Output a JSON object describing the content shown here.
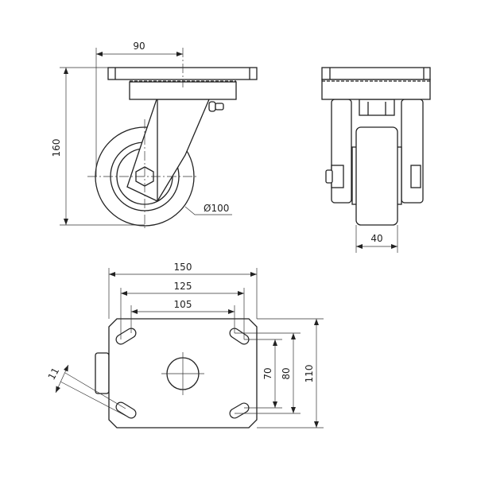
{
  "title": "Swivel castor technical drawing",
  "side_view": {
    "dim_offset": "90",
    "dim_height": "160",
    "dim_diameter": "Ø100"
  },
  "front_view": {
    "dim_wheel_width": "40"
  },
  "plate_view": {
    "dim_plate_width": "150",
    "dim_hole_outer_x": "125",
    "dim_hole_inner_x": "105",
    "dim_hole_inner_y": "70",
    "dim_hole_outer_y": "80",
    "dim_plate_height": "110",
    "dim_slot_width": "11"
  },
  "colors": {
    "line": "#222222",
    "background": "#ffffff"
  }
}
